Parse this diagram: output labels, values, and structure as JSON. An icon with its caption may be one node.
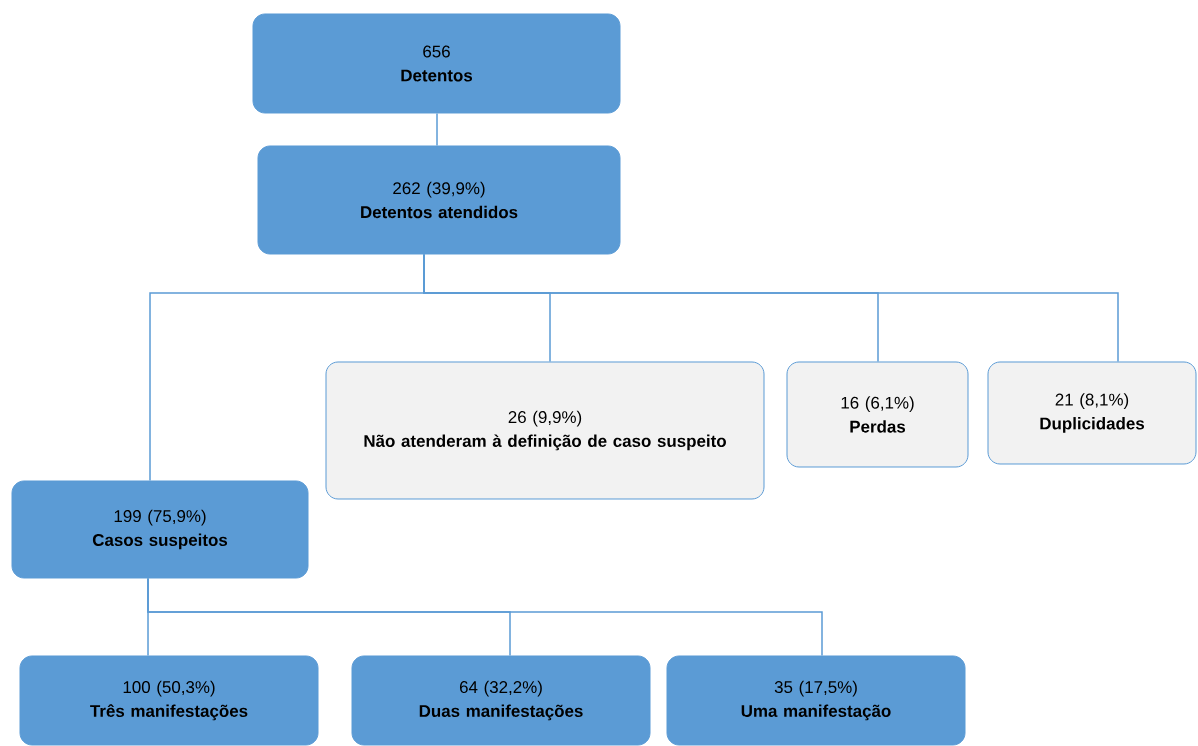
{
  "diagram": {
    "nodes": [
      {
        "text": [
          "656",
          "Detentos"
        ]
      },
      {
        "text": [
          "262 (39,9%)",
          "Detentos atendidos"
        ]
      },
      {
        "text": [
          "26 (9,9%)",
          "Não atenderam à definição de caso suspeito"
        ]
      },
      {
        "text": [
          "16 (6,1%)",
          "Perdas"
        ]
      },
      {
        "text": [
          "21 (8,1%)",
          "Duplicidades"
        ]
      },
      {
        "text": [
          "199 (75,9%)",
          "Casos suspeitos"
        ]
      },
      {
        "text": [
          "100 (50,3%)",
          "Três manifestações"
        ]
      },
      {
        "text": [
          "64 (32,2%)",
          "Duas manifestações"
        ]
      },
      {
        "text": [
          "35 (17,5%)",
          "Uma manifestação"
        ]
      }
    ],
    "edges": [
      {
        "from": 0,
        "to": 1,
        "arrow": "none"
      },
      {
        "from": 1,
        "to": 2,
        "arrow": "none"
      },
      {
        "from": 1,
        "to": 3,
        "arrow": "none"
      },
      {
        "from": 1,
        "to": 4,
        "arrow": "none"
      },
      {
        "from": 1,
        "to": 5,
        "arrow": "none"
      },
      {
        "from": 5,
        "to": 6,
        "arrow": "none"
      },
      {
        "from": 5,
        "to": 7,
        "arrow": "none"
      },
      {
        "from": 5,
        "to": 8,
        "arrow": "none"
      }
    ]
  }
}
